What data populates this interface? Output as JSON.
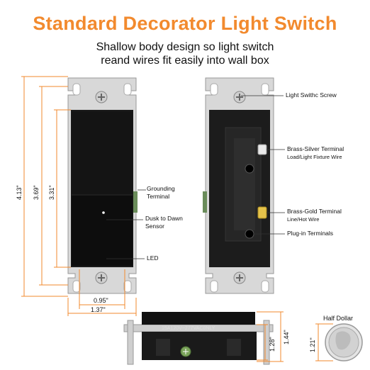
{
  "title": "Standard Decorator Light Switch",
  "subtitle_line1": "Shallow body design so light switch",
  "subtitle_line2": "reand wires fit easily into wall box",
  "front_labels": {
    "grounding": [
      "Grounding",
      "Terminal"
    ],
    "dusk": [
      "Dusk to Dawn",
      "Sensor"
    ],
    "led": "LED"
  },
  "back_labels": {
    "screw": "Light Swithc Screw",
    "silver": [
      "Brass-Silver Terminal",
      "Load/Light Fixture Wire"
    ],
    "gold": [
      "Brass-Gold Terminal",
      "Line/Hot Wire"
    ],
    "plugin": "Plug-in Terminals"
  },
  "dimensions": {
    "h_total": "4.13\"",
    "h_mid": "3.69\"",
    "h_inner": "3.31\"",
    "w_rocker": "0.95\"",
    "w_plate": "1.37\"",
    "depth_total": "1.44\"",
    "depth_body": "1.28\"",
    "coin": "1.21\""
  },
  "side_text": "15A120V~277VAC0NLY",
  "coin_label": "Half Dollar",
  "colors": {
    "orange": "#f28a2e",
    "switch_body": "#151515",
    "strap": "#d9d9d9"
  }
}
